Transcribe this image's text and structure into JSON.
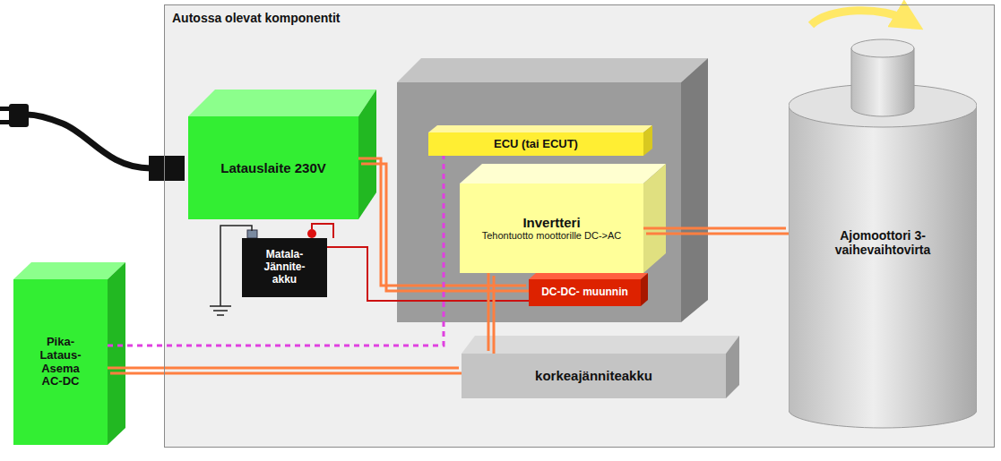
{
  "diagram": {
    "nodes": [
      {
        "text": [
          "Autossa olevat komponentit"
        ]
      },
      {
        "text": [
          "Latauslaite 230V"
        ],
        "in": 0
      },
      {
        "text": [
          "Matala-Jännite-akku"
        ],
        "in": 0
      },
      {
        "text": [
          "ECU (tai ECUT)"
        ],
        "in": 0
      },
      {
        "text": [
          "Invertteri",
          "Tehontuotto moottorille DC->AC"
        ],
        "in": 0
      },
      {
        "text": [
          "DC-DC- muunnin"
        ],
        "in": 0
      },
      {
        "text": [
          "Ajomoottori 3- vaihevaihtovirta"
        ],
        "in": 0
      },
      {
        "text": [
          "Pika-Lataus-Asema AC-DC"
        ]
      },
      {
        "text": [
          "korkeajänniteakku"
        ],
        "in": 0
      }
    ],
    "edges": [
      {
        "from": 1,
        "to": 5,
        "arrow": "none"
      },
      {
        "from": 2,
        "to": 5,
        "arrow": "none"
      },
      {
        "from": 4,
        "to": 8,
        "arrow": "none"
      },
      {
        "from": 4,
        "to": 6,
        "arrow": "none"
      },
      {
        "from": 7,
        "to": 8,
        "arrow": "none"
      },
      {
        "from": 7,
        "to": 3,
        "arrow": "none"
      }
    ]
  }
}
